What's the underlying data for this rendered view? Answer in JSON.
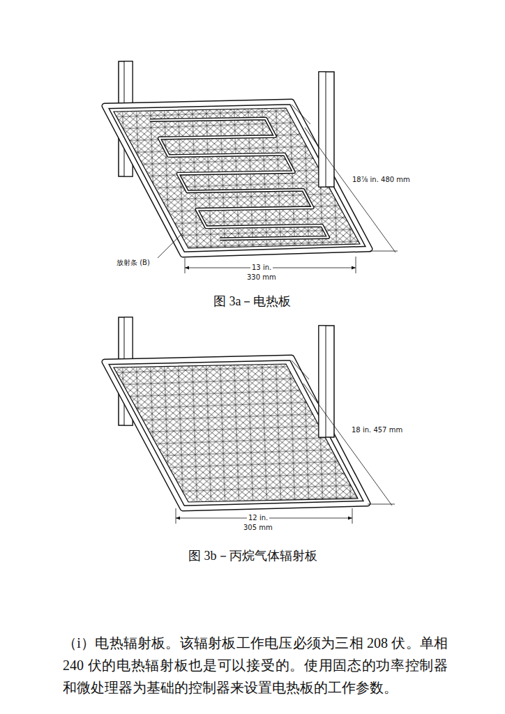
{
  "diagram": {
    "labels": [
      "18⅞ in. 480 mm",
      "放射条 (B)",
      "13 in.",
      "330 mm",
      "图 3a－电热板",
      "18 in. 457 mm",
      "12 in.",
      "305 mm",
      "图 3b－丙烷气体辐射板",
      "（i）电热辐射板。该辐射板工作电压必须为三相 208 伏。单相 240 伏的电热辐射板也是可以接受的。使用固态的功率控制器和微处理器为基础的控制器来设置电热板的工作参数。"
    ]
  }
}
